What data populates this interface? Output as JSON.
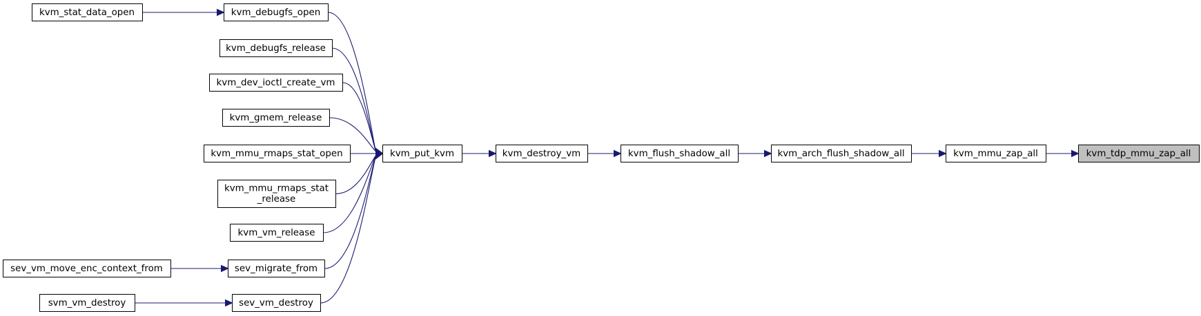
{
  "diagram": {
    "nodes": [
      {
        "id": "n1",
        "lines": [
          "kvm_tdp_mmu_zap_all"
        ],
        "highlight": true
      },
      {
        "id": "n2",
        "lines": [
          "kvm_mmu_zap_all"
        ]
      },
      {
        "id": "n3",
        "lines": [
          "kvm_arch_flush_shadow_all"
        ]
      },
      {
        "id": "n4",
        "lines": [
          "kvm_flush_shadow_all"
        ]
      },
      {
        "id": "n5",
        "lines": [
          "kvm_destroy_vm"
        ]
      },
      {
        "id": "n6",
        "lines": [
          "kvm_put_kvm"
        ]
      },
      {
        "id": "n7",
        "lines": [
          "kvm_debugfs_open"
        ]
      },
      {
        "id": "n8",
        "lines": [
          "kvm_stat_data_open"
        ]
      },
      {
        "id": "n9",
        "lines": [
          "kvm_debugfs_release"
        ]
      },
      {
        "id": "n10",
        "lines": [
          "kvm_dev_ioctl_create_vm"
        ]
      },
      {
        "id": "n11",
        "lines": [
          "kvm_gmem_release"
        ]
      },
      {
        "id": "n12",
        "lines": [
          "kvm_mmu_rmaps_stat_open"
        ]
      },
      {
        "id": "n13",
        "lines": [
          "kvm_mmu_rmaps_stat",
          "_release"
        ]
      },
      {
        "id": "n14",
        "lines": [
          "kvm_vm_release"
        ]
      },
      {
        "id": "n15",
        "lines": [
          "sev_migrate_from"
        ]
      },
      {
        "id": "n16",
        "lines": [
          "sev_vm_move_enc_context_from"
        ]
      },
      {
        "id": "n17",
        "lines": [
          "sev_vm_destroy"
        ]
      },
      {
        "id": "n18",
        "lines": [
          "svm_vm_destroy"
        ]
      }
    ],
    "edges": [
      {
        "from": "n2",
        "to": "n1"
      },
      {
        "from": "n3",
        "to": "n2"
      },
      {
        "from": "n4",
        "to": "n3"
      },
      {
        "from": "n5",
        "to": "n4"
      },
      {
        "from": "n6",
        "to": "n5"
      },
      {
        "from": "n7",
        "to": "n6"
      },
      {
        "from": "n8",
        "to": "n7"
      },
      {
        "from": "n9",
        "to": "n6"
      },
      {
        "from": "n10",
        "to": "n6"
      },
      {
        "from": "n11",
        "to": "n6"
      },
      {
        "from": "n12",
        "to": "n6"
      },
      {
        "from": "n13",
        "to": "n6"
      },
      {
        "from": "n14",
        "to": "n6"
      },
      {
        "from": "n15",
        "to": "n6"
      },
      {
        "from": "n16",
        "to": "n15"
      },
      {
        "from": "n17",
        "to": "n6"
      },
      {
        "from": "n18",
        "to": "n17"
      }
    ],
    "colors": {
      "edge": "#191970",
      "highlight_fill": "#bfbfbf",
      "node_border": "#000000"
    }
  }
}
